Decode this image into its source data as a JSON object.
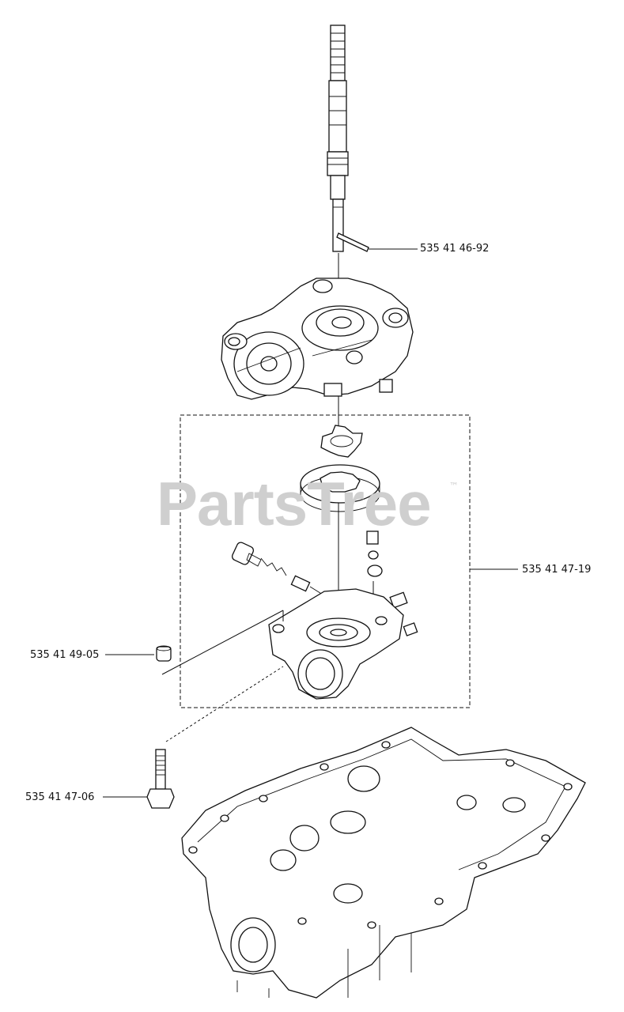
{
  "watermark": {
    "text": "PartsTree",
    "trademark": "™"
  },
  "callouts": [
    {
      "part_no": "535 41 46-92",
      "target": "pin"
    },
    {
      "part_no": "535 41 47-19",
      "target": "pump-assembly"
    },
    {
      "part_no": "535 41 49-05",
      "target": "plug"
    },
    {
      "part_no": "535 41 47-06",
      "target": "bolt"
    }
  ],
  "icons": [
    "input-shaft",
    "pin",
    "upper-housing",
    "inner-rotor",
    "outer-rotor",
    "relief-valve",
    "check-valve",
    "pump-body",
    "plug",
    "bolt",
    "lower-case"
  ]
}
